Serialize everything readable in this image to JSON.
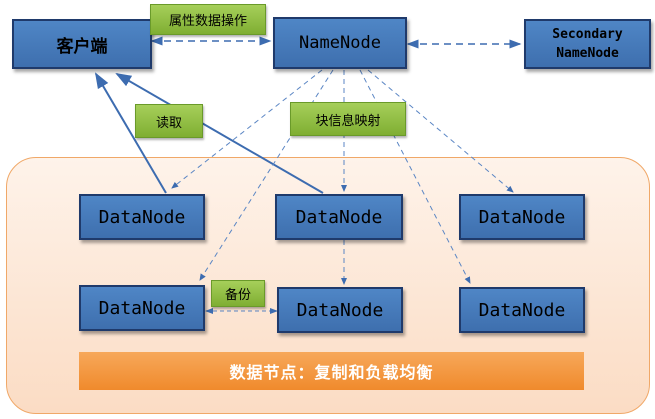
{
  "client": {
    "label": "客户端"
  },
  "namenode": {
    "label": "NameNode"
  },
  "secondary": {
    "line1": "Secondary",
    "line2": "NameNode"
  },
  "tags": {
    "metadata_ops": "属性数据操作",
    "read": "读取",
    "block_mapping": "块信息映射",
    "backup": "备份"
  },
  "datanodes": [
    {
      "label": "DataNode"
    },
    {
      "label": "DataNode"
    },
    {
      "label": "DataNode"
    },
    {
      "label": "DataNode"
    },
    {
      "label": "DataNode"
    },
    {
      "label": "DataNode"
    }
  ],
  "footer": {
    "label": "数据节点：复制和负载均衡"
  },
  "colors": {
    "node_fill": "#4a7fc0",
    "tag_fill": "#92c047",
    "panel_fill": "#fbdcc4",
    "footer_fill": "#f39a40",
    "arrow": "#3d6cb0"
  }
}
